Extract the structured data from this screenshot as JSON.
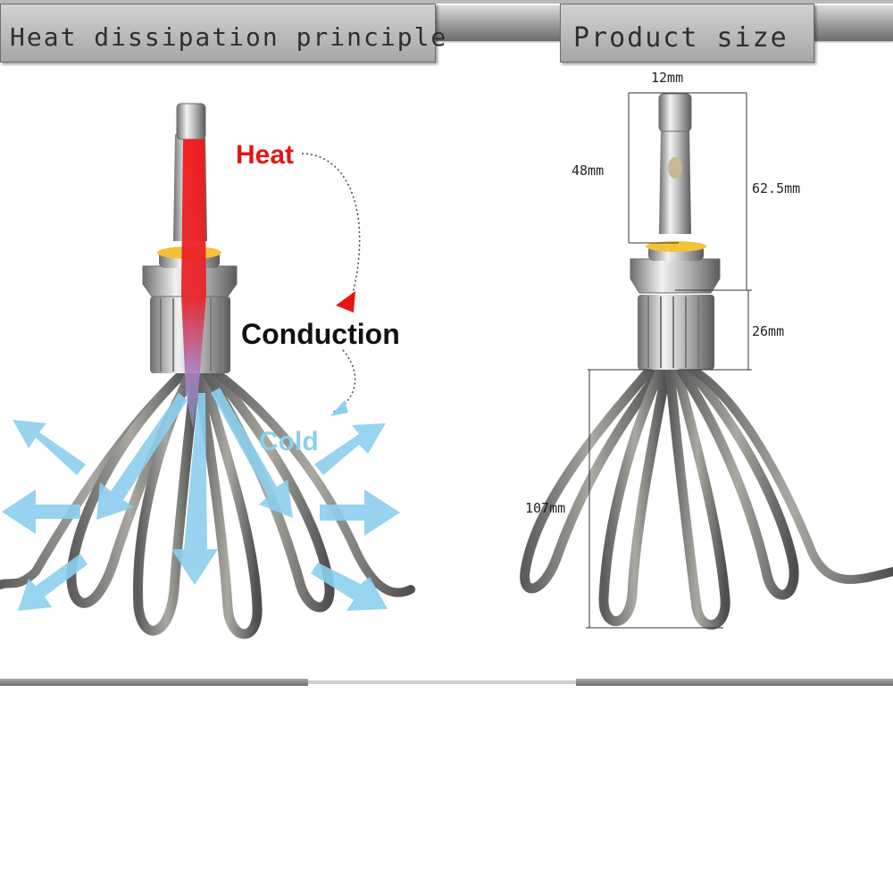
{
  "left_panel": {
    "title": "Heat dissipation principle",
    "labels": {
      "heat": "Heat",
      "conduction": "Conduction",
      "cold": "Cold"
    }
  },
  "right_panel": {
    "title": "Product size",
    "dimensions": {
      "tip_width": "12mm",
      "upper_length": "48mm",
      "total_upper_length": "62.5mm",
      "base_length": "26mm",
      "strap_length": "107mm"
    }
  },
  "colors": {
    "heat": "#e81414",
    "cold_arrow": "#8ccfee",
    "header": "#a6a6a6"
  },
  "icons": [
    "led-bulb-heat-diagram",
    "led-bulb-dimension-diagram",
    "airflow-arrow-icon"
  ]
}
